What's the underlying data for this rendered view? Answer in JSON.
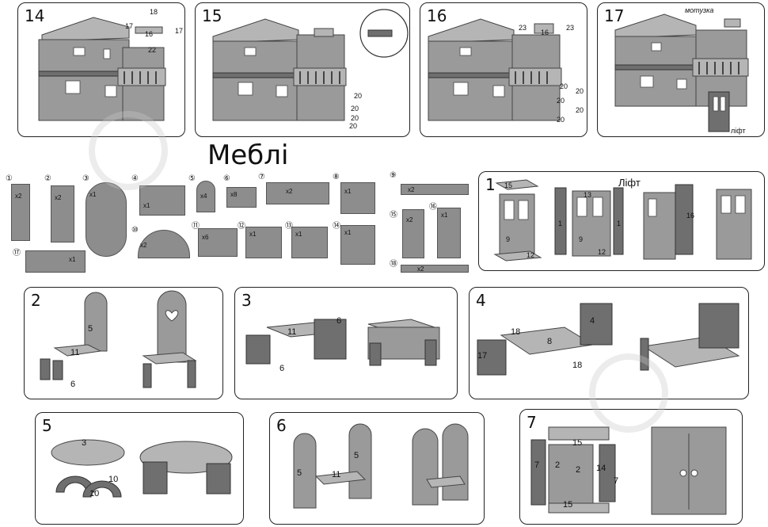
{
  "house_steps": [
    {
      "num": "14",
      "labels": [
        "18",
        "17",
        "16",
        "17",
        "22"
      ]
    },
    {
      "num": "15",
      "labels": [
        "20",
        "20",
        "20",
        "20"
      ]
    },
    {
      "num": "16",
      "labels": [
        "23",
        "16",
        "23",
        "20",
        "20",
        "20",
        "20",
        "20"
      ]
    },
    {
      "num": "17",
      "labels": [
        "мотузка",
        "ліфт"
      ]
    }
  ],
  "furniture_title": "Меблі",
  "parts": [
    {
      "circle": "①",
      "count": "x2"
    },
    {
      "circle": "②",
      "count": "x2"
    },
    {
      "circle": "③",
      "count": "x1"
    },
    {
      "circle": "④",
      "count": "x1"
    },
    {
      "circle": "⑤",
      "count": "x4"
    },
    {
      "circle": "⑥",
      "count": "x8"
    },
    {
      "circle": "⑦",
      "count": "x2"
    },
    {
      "circle": "⑧",
      "count": "x1"
    },
    {
      "circle": "⑨",
      "count": "x2"
    },
    {
      "circle": "⑩",
      "count": "x2"
    },
    {
      "circle": "⑪",
      "count": "x6"
    },
    {
      "circle": "⑫",
      "count": "x1"
    },
    {
      "circle": "⑬",
      "count": "x1"
    },
    {
      "circle": "⑭",
      "count": "x1"
    },
    {
      "circle": "⑮",
      "count": "x2"
    },
    {
      "circle": "⑯",
      "count": "x1"
    },
    {
      "circle": "⑰",
      "count": "x1"
    },
    {
      "circle": "⑱",
      "count": "x2"
    }
  ],
  "lift_step": {
    "num": "1",
    "title": "Ліфт",
    "labels": [
      "15",
      "13",
      "1",
      "9",
      "12",
      "9",
      "12",
      "16",
      "1"
    ]
  },
  "furniture_steps": [
    {
      "num": "2",
      "labels": [
        "5",
        "11",
        "6"
      ]
    },
    {
      "num": "3",
      "labels": [
        "11",
        "6",
        "6"
      ]
    },
    {
      "num": "4",
      "labels": [
        "18",
        "8",
        "4",
        "17",
        "18"
      ]
    },
    {
      "num": "5",
      "labels": [
        "3",
        "10",
        "10"
      ]
    },
    {
      "num": "6",
      "labels": [
        "5",
        "5",
        "11"
      ]
    },
    {
      "num": "7",
      "labels": [
        "15",
        "7",
        "2",
        "2",
        "14",
        "7",
        "15"
      ]
    }
  ]
}
